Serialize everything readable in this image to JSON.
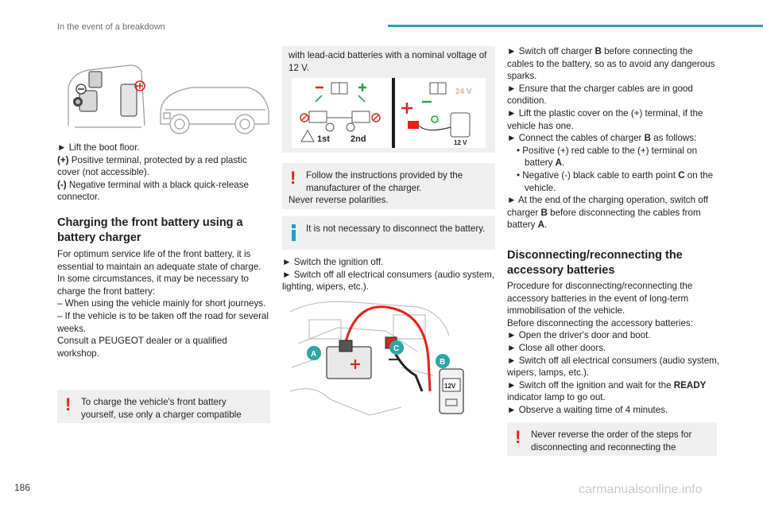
{
  "header": {
    "section": "In the event of a breakdown"
  },
  "page_number": "186",
  "watermark": "carmanualsonline.info",
  "col1": {
    "p1": "► Lift the boot floor.",
    "p2a": "(+)",
    "p2b": " Positive terminal, protected by a red plastic cover (not accessible).",
    "p3a": "(-)",
    "p3b": " Negative terminal with a black quick-release connector.",
    "h_charging": "Charging the front battery using a battery charger",
    "p4": "For optimum service life of the front battery, it is essential to maintain an adequate state of charge.",
    "p5": "In some circumstances, it may be necessary to charge the front battery:",
    "p6": "– When using the vehicle mainly for short journeys.",
    "p7": "– If the vehicle is to be taken off the road for several weeks.",
    "p8": "Consult a PEUGEOT dealer or a qualified workshop.",
    "note1": "To charge the vehicle's front battery yourself, use only a charger compatible"
  },
  "col2": {
    "p1": "with lead-acid batteries with a nominal voltage of 12 V.",
    "diag_1st": "1st",
    "diag_2nd": "2nd",
    "diag_24v": "24 V",
    "diag_12v": "12 V",
    "note2a": "Follow the instructions provided by the manufacturer of the charger.",
    "note2b": "Never reverse polarities.",
    "note3": "It is not necessary to disconnect the battery.",
    "p2": "► Switch the ignition off.",
    "p3": "► Switch off all electrical consumers (audio system, lighting, wipers, etc.).",
    "label_a": "A",
    "label_b": "B",
    "label_c": "C",
    "label_12v": "12V"
  },
  "col3": {
    "p1a": "► Switch off charger ",
    "p1b": "B",
    "p1c": " before connecting the cables to the battery, so as to avoid any dangerous sparks.",
    "p2": "► Ensure that the charger cables are in good condition.",
    "p3": "► Lift the plastic cover on the (+) terminal, if the vehicle has one.",
    "p4a": "► Connect the cables of charger ",
    "p4b": "B",
    "p4c": " as follows:",
    "b1a": "• Positive (+) red cable to the (+) terminal on battery ",
    "b1b": "A",
    "b1c": ".",
    "b2a": "• Negative (-) black cable to earth point ",
    "b2b": "C",
    "b2c": " on the vehicle.",
    "p5a": "► At the end of the charging operation, switch off charger ",
    "p5b": "B",
    "p5c": " before disconnecting the cables from battery ",
    "p5d": "A",
    "p5e": ".",
    "h_disc": "Disconnecting/reconnecting the accessory batteries",
    "p6": "Procedure for disconnecting/reconnecting the accessory batteries in the event of long-term immobilisation of the vehicle.",
    "p7": "Before disconnecting the accessory batteries:",
    "p8": "► Open the driver's door and boot.",
    "p9": "► Close all other doors.",
    "p10": "► Switch off all electrical consumers (audio system, wipers, lamps, etc.).",
    "p11a": "► Switch off the ignition and wait for the ",
    "p11b": "READY",
    "p11c": " indicator lamp to go out.",
    "p12": "► Observe a waiting time of 4 minutes.",
    "note4": "Never reverse the order of the steps for disconnecting and reconnecting the"
  }
}
